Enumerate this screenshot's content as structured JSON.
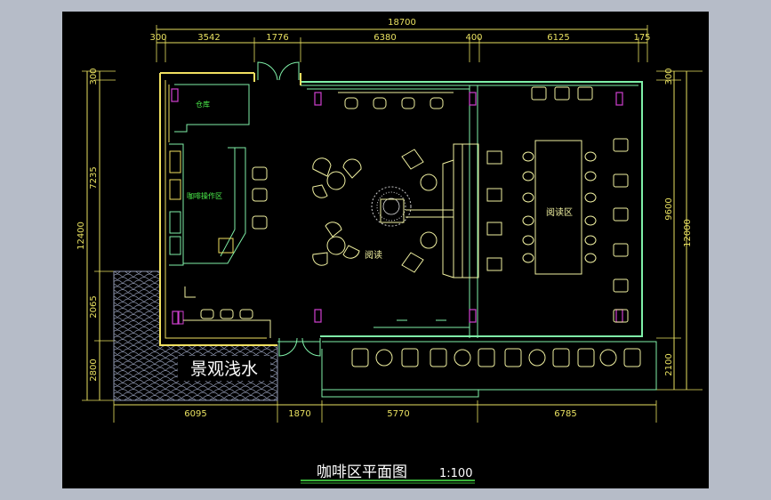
{
  "drawing": {
    "title": "咖啡区平面图",
    "scale": "1:100",
    "colors": {
      "background": "#000000",
      "frame": "#b6bcc8",
      "dimension": "#e8e060",
      "wall_yellow": "#f0e060",
      "wall_green": "#7ff0a8",
      "furniture": "#f0f0a0",
      "accent_magenta": "#d040d0",
      "water_hatch": "#8890a8"
    },
    "top_dims": {
      "overall": "18700",
      "segments": [
        "300",
        "3542",
        "1776",
        "6380",
        "400",
        "6125",
        "175"
      ]
    },
    "bottom_dims": [
      "6095",
      "1870",
      "5770",
      "6785"
    ],
    "left_dims": {
      "overall": "12400",
      "segments": [
        "300",
        "7235",
        "2065",
        "2800"
      ]
    },
    "right_dims": {
      "overall": "12000",
      "segments": [
        "300",
        "9600",
        "2100"
      ]
    },
    "rooms": {
      "storage": "仓库",
      "bar": "咖啡操作区",
      "reading_center": "阅读",
      "reading_right": "阅读区",
      "water": "景观浅水"
    }
  }
}
